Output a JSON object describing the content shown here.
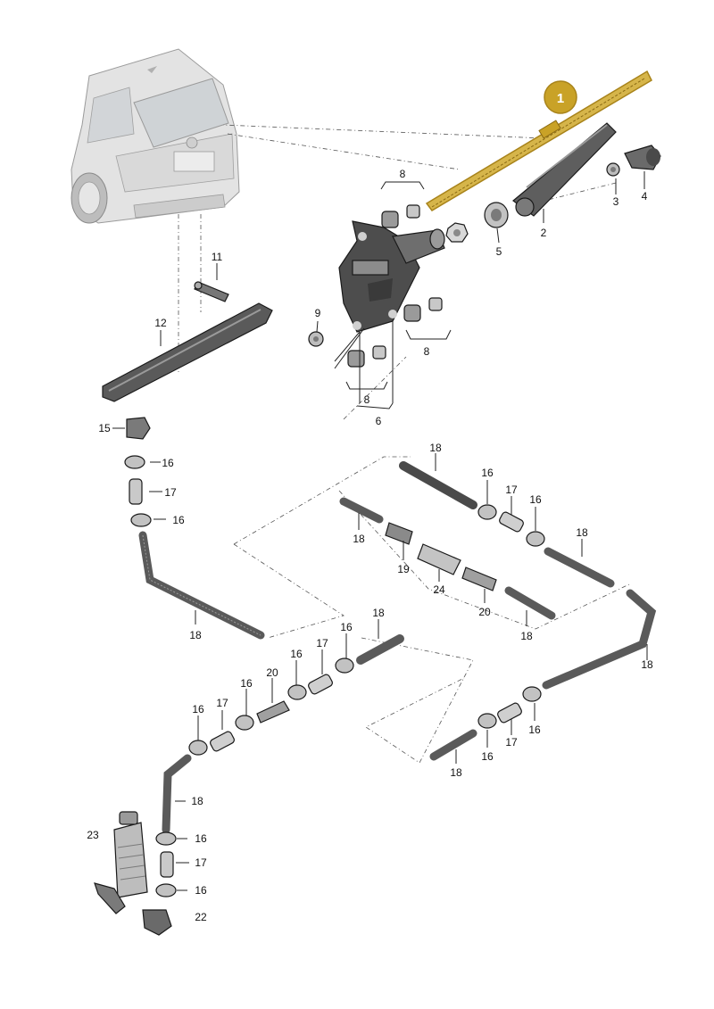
{
  "highlight": {
    "number": "1",
    "color": "#c9a227"
  },
  "colors": {
    "part_dark": "#3a3a3a",
    "part_mid": "#7a7a7a",
    "part_light": "#c8c8c8",
    "car": "#dcdcdc"
  },
  "callouts": {
    "c2": "2",
    "c3": "3",
    "c4": "4",
    "c5": "5",
    "c6": "6",
    "c8a": "8",
    "c8b": "8",
    "c8c": "8",
    "c9": "9",
    "c11": "11",
    "c12": "12",
    "c15": "15",
    "c16a": "16",
    "c17a": "17",
    "c16b": "16",
    "c18a": "18",
    "c18b": "18",
    "c16c": "16",
    "c17b": "17",
    "c16d": "16",
    "c18c": "18",
    "c18d": "18",
    "c19": "19",
    "c24": "24",
    "c20a": "20",
    "c18e": "18",
    "c18f": "18",
    "c16e": "16",
    "c17c": "17",
    "c16f": "16",
    "c20b": "20",
    "c16g": "16",
    "c17d": "17",
    "c16h": "16",
    "c18g": "18",
    "c16i": "16",
    "c17e": "17",
    "c16j": "16",
    "c18h": "18",
    "c18i": "18",
    "c16k": "16",
    "c17f": "17",
    "c16l": "16",
    "c23": "23",
    "c22": "22"
  }
}
